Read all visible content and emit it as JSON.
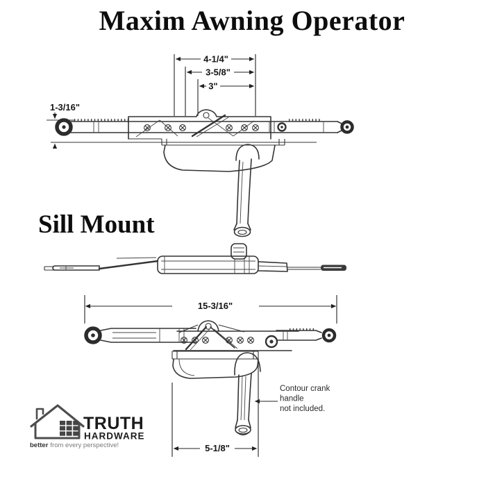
{
  "page": {
    "title": "Maxim Awning Operator",
    "section_label": "Sill Mount"
  },
  "top_view": {
    "dim_outer": "4-1/4\"",
    "dim_mid": "3-5/8\"",
    "dim_inner": "3\"",
    "dim_height": "1-3/16\""
  },
  "bottom_view": {
    "dim_overall": "15-3/16\"",
    "dim_housing": "5-1/8\"",
    "note_line1": "Contour crank",
    "note_line2": "handle",
    "note_line3": "not included."
  },
  "logo": {
    "brand": "TRUTH",
    "brand_sub": "HARDWARE",
    "tagline_bold": "better",
    "tagline_rest": "from every perspective!"
  },
  "colors": {
    "background": "#ffffff",
    "ink": "#333333",
    "text": "#141414",
    "logo_gray": "#4d4d4d"
  }
}
